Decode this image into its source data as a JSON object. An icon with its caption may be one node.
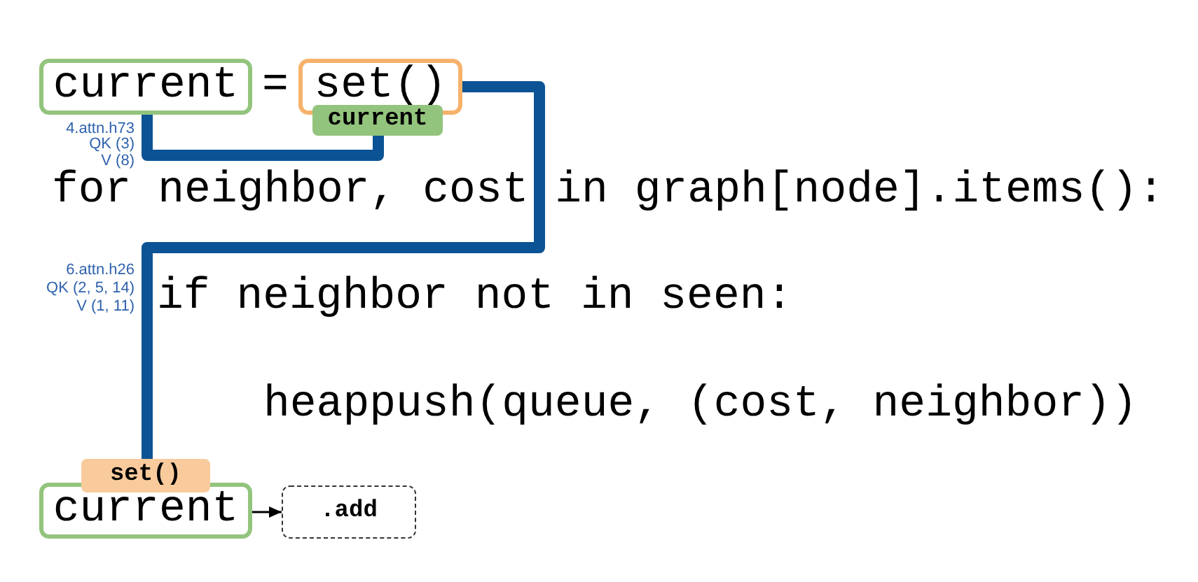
{
  "diagram": {
    "nodes": [
      {
        "text": [
          "current"
        ]
      },
      {
        "text": [
          "set()"
        ]
      },
      {
        "text": [
          "current"
        ]
      },
      {
        "text": [
          "set()"
        ]
      },
      {
        "text": [
          "current"
        ]
      },
      {
        "text": [
          ".add"
        ]
      }
    ],
    "edges": [
      {
        "from": 0,
        "to": 2,
        "arrow": "none"
      },
      {
        "from": 1,
        "to": 3,
        "arrow": "none"
      },
      {
        "from": 4,
        "to": 5,
        "arrow": "to",
        "color": "#000000"
      }
    ],
    "labels": [
      "=",
      "4.attn.h73",
      "QK (3)",
      "V (8)",
      "for neighbor, cost in graph[node].items():",
      "6.attn.h26",
      "QK (2, 5, 14)",
      "V (1, 11)",
      "if neighbor not in seen:",
      "heappush(queue, (cost, neighbor))"
    ]
  }
}
